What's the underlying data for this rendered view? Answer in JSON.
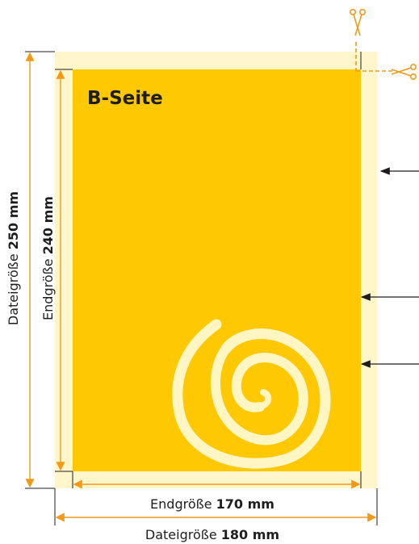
{
  "page_label": "B-Seite",
  "dimensions": {
    "final_width": {
      "label": "Endgröße",
      "value": "170 mm"
    },
    "file_width": {
      "label": "Dateigröße",
      "value": "180 mm"
    },
    "final_height": {
      "label": "Endgröße",
      "value": "240 mm"
    },
    "file_height": {
      "label": "Dateigröße",
      "value": "250 mm"
    }
  },
  "colors": {
    "bleed": "#fff6cc",
    "page": "#fec802",
    "dimension_line": "#f29a17",
    "guide_line": "#1e1e1e",
    "swirl": "#fff6c4"
  },
  "icons": [
    "scissors-icon",
    "scissors-icon"
  ]
}
